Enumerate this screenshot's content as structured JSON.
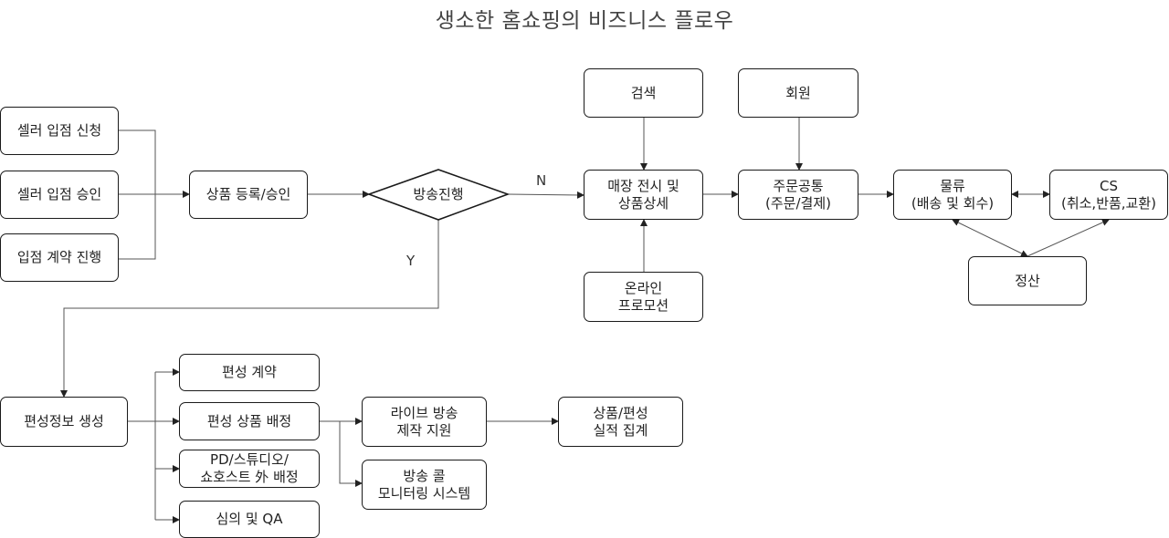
{
  "title": "생소한 홈쇼핑의 비즈니스 플로우",
  "nodes": {
    "seller_apply": "셀러 입점 신청",
    "seller_approve": "셀러 입점 승인",
    "contract": "입점 계약 진행",
    "product_reg": "상품 등록/승인",
    "broadcast_decision": "방송진행",
    "search": "검색",
    "member": "회원",
    "store_display": "매장 전시 및\n상품상세",
    "order_common": "주문공통\n(주문/결제)",
    "logistics": "물류\n(배송 및 회수)",
    "cs": "CS\n(취소,반품,교환)",
    "settlement": "정산",
    "online_promo": "온라인\n프로모션",
    "schedule_gen": "편성정보 생성",
    "schedule_contract": "편성 계약",
    "schedule_product": "편성 상품 배정",
    "pd_assign": "PD/스튜디오/\n쇼호스트 外 배정",
    "review_qa": "심의 및 QA",
    "live_support": "라이브 방송\n제작 지원",
    "call_monitor": "방송 콜\n모니터링 시스템",
    "performance": "상품/편성\n실적 집계"
  },
  "edge_labels": {
    "no": "N",
    "yes": "Y"
  }
}
